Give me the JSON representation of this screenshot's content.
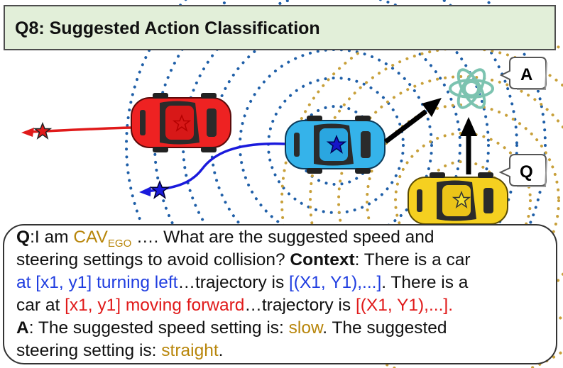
{
  "header": {
    "title": "Q8: Suggested Action Classification"
  },
  "bubbles": {
    "answer_label": "A",
    "question_label": "Q"
  },
  "qa": {
    "question_prefix": "Q",
    "question_a": ":I am ",
    "cav": "CAV",
    "cav_sub": "EGO",
    "question_b": " …. What are the suggested speed and",
    "question_line2": "steering settings to avoid collision? ",
    "context_label": "Context",
    "context_a": ": There is a car",
    "at1": "at ",
    "coords1": "[x1, y1] turning left",
    "traj1": "…trajectory is ",
    "traj1_val": "[(X1, Y1),...]",
    "tail1": ". There is a",
    "car_at": "car at ",
    "coords2": "[x1, y1] moving forward",
    "traj2": "…trajectory is ",
    "traj2_val": "[(X1, Y1),...]",
    "tail2": ".",
    "answer_prefix": "A",
    "answer_a": ": The suggested speed setting is: ",
    "speed": "slow",
    "answer_b": ". The suggested",
    "answer_line2": "steering setting is: ",
    "steering": "straight",
    "answer_end": "."
  },
  "colors": {
    "header_bg": "#e2efd9",
    "ego_car": "#35b3ea",
    "red_car": "#ee2222",
    "yellow_car": "#f5d020",
    "blue_wave": "#1f5fa8",
    "gold_wave": "#c8a03a",
    "highlight_gold": "#b8860b",
    "highlight_blue": "#1f3de0",
    "highlight_red": "#e01a1a"
  }
}
